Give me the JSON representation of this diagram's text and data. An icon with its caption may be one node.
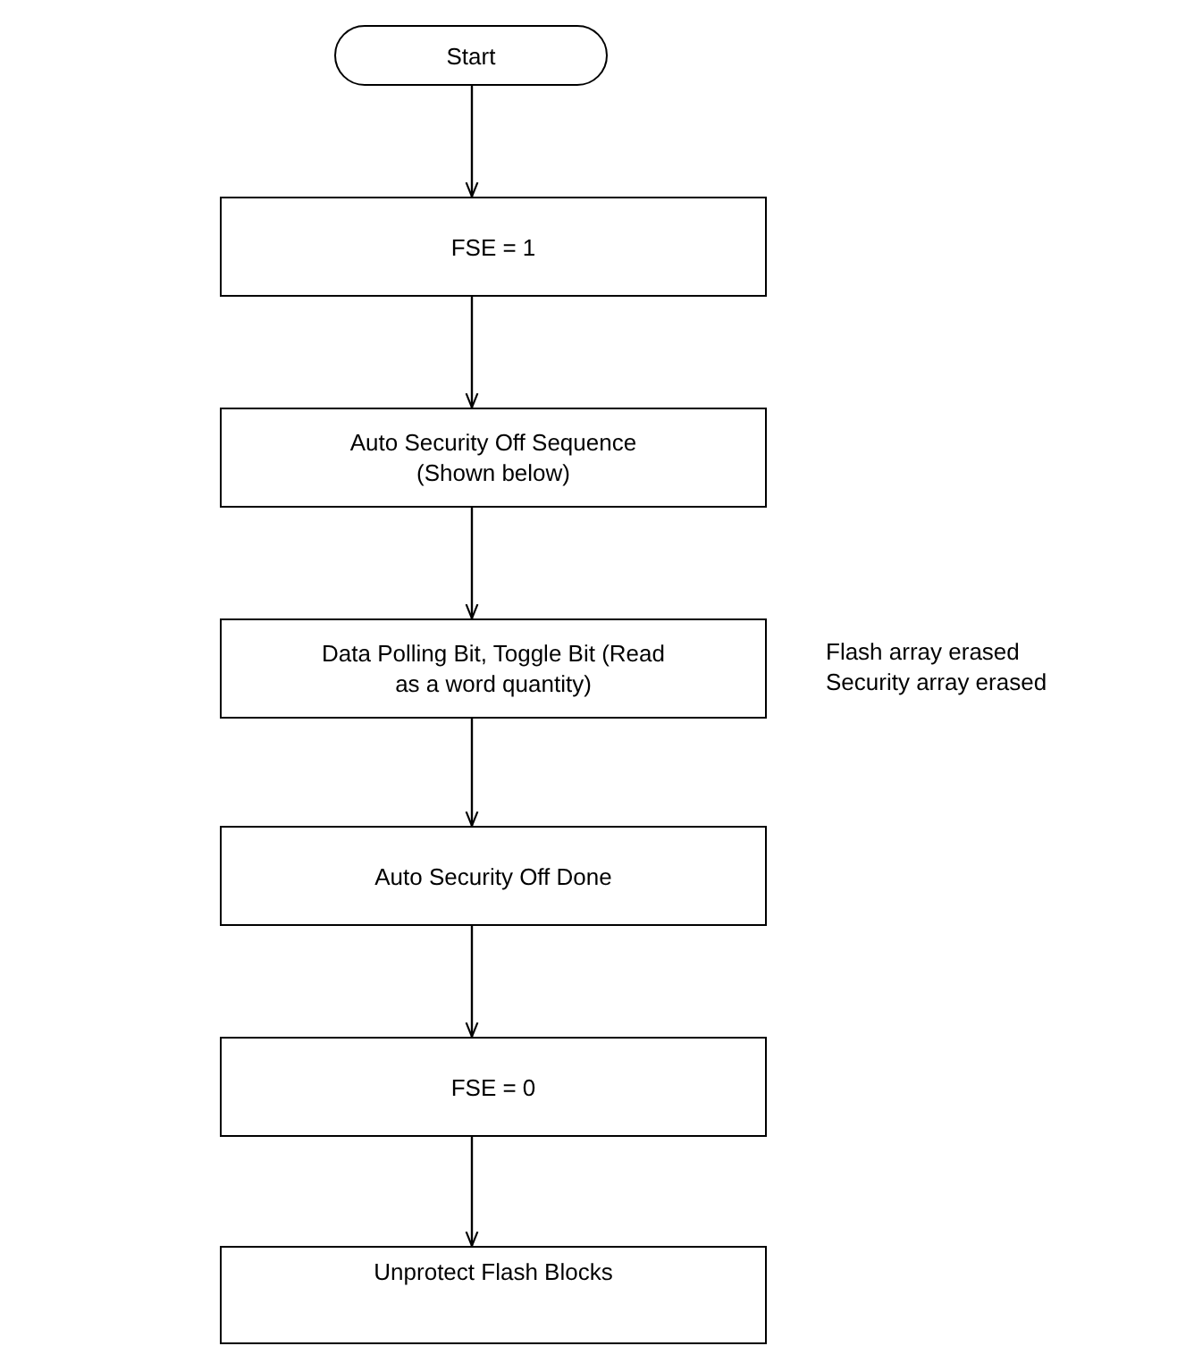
{
  "diagram": {
    "nodes": [
      {
        "text": [
          "Start"
        ]
      },
      {
        "text": [
          "FSE = 1"
        ]
      },
      {
        "text": [
          "Auto Security Off Sequence (Shown below)"
        ]
      },
      {
        "text": [
          "Data Polling Bit, Toggle Bit (Read as a word quantity)"
        ],
        "beside": [
          "Flash array erased",
          "Security array erased"
        ]
      },
      {
        "text": [
          "Auto Security Off Done"
        ]
      },
      {
        "text": [
          "FSE = 0"
        ]
      },
      {
        "text": [
          "Unprotect Flash Blocks"
        ]
      }
    ],
    "edges": [
      {
        "from": 0,
        "to": 1,
        "arrow": "to"
      },
      {
        "from": 1,
        "to": 2,
        "arrow": "to"
      },
      {
        "from": 2,
        "to": 3,
        "arrow": "to"
      },
      {
        "from": 3,
        "to": 4,
        "arrow": "to"
      },
      {
        "from": 4,
        "to": 5,
        "arrow": "to"
      },
      {
        "from": 5,
        "to": 6,
        "arrow": "to"
      }
    ]
  }
}
